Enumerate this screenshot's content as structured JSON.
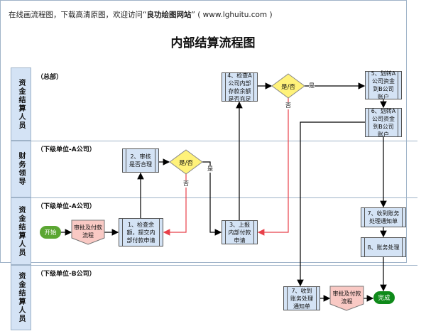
{
  "header": {
    "prefix": "在线画流程图，下载高清原图，欢迎访问“",
    "site_name": "良功绘图网站",
    "suffix": "” ( www.lghuitu.com )"
  },
  "title": "内部结算流程图",
  "lanes": [
    {
      "role": "资金结算人员",
      "unit": "（总部）"
    },
    {
      "role": "财务领导",
      "unit": "（下级单位-A公司）"
    },
    {
      "role": "资金结算人员",
      "unit": "（下级单位-A公司）"
    },
    {
      "role": "资金结算人员",
      "unit": "（下级单位-B公司）"
    }
  ],
  "nodes": {
    "start": "开始",
    "approve_a": "审批及付款流程",
    "step1": "1、检查余额，提交内部付款申请",
    "step2": "2、审核是否合理",
    "decision1": "是/否",
    "step3": "3、上报内部付款申请",
    "step4": "4、检查A公司内部存款余额是否充足",
    "decision2": "是/否",
    "step5": "5、划转A公司资金到B公司账户",
    "step6": "6、划转A公司资金到B公司账户",
    "step7a": "7、收到账务处理通知单",
    "step8": "8、账务处理",
    "step7b": "7、收到账务处理通知单",
    "approve_b": "审批及付款流程",
    "finish": "完成"
  },
  "edge_labels": {
    "yes1": "是",
    "no1": "否",
    "yes2": "是",
    "no2": "否"
  },
  "colors": {
    "box": "#d4e3f5",
    "decision": "#fff27a",
    "approval": "#f9c9c4",
    "start": "#5ba632",
    "finish": "#0f8a1a",
    "no_line": "#e8404a"
  }
}
